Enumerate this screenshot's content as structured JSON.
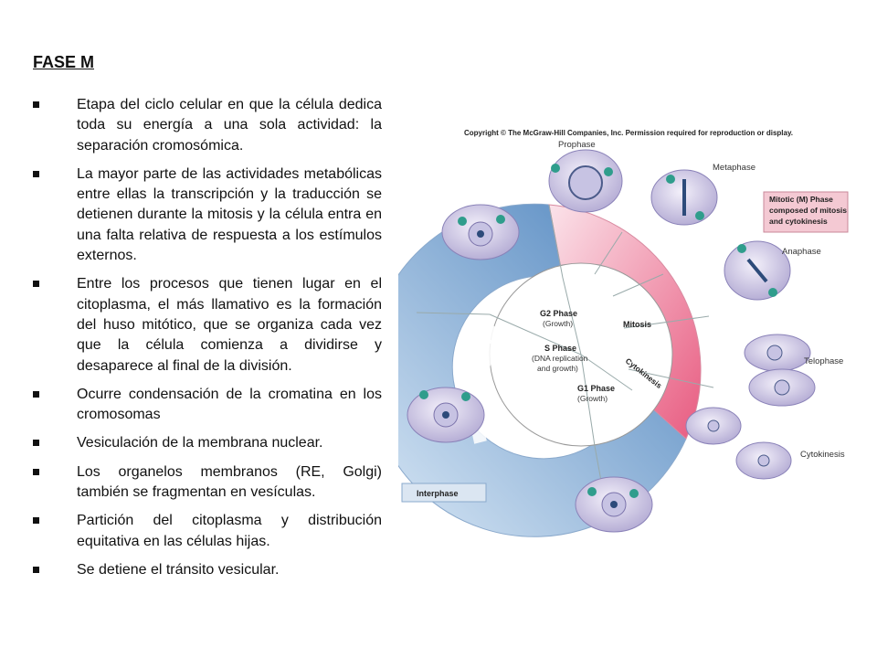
{
  "slide": {
    "title": "FASE M",
    "bullets": [
      "Etapa del ciclo celular en que la célula dedica toda su energía a una sola actividad: la separación cromosómica.",
      "La mayor parte de las actividades metabólicas entre ellas la transcripción y la traducción se detienen durante la mitosis y la célula entra en una falta relativa de respuesta a los estímulos externos.",
      "Entre los procesos que tienen lugar en el citoplasma, el más llamativo es la formación del huso mitótico, que se organiza cada vez que la célula comienza a dividirse y desaparece al final de la división.",
      "Ocurre condensación de la cromatina en los cromosomas",
      "Vesiculación de la membrana nuclear.",
      "Los organelos membranos (RE, Golgi) también se fragmentan en vesículas.",
      "Partición del citoplasma y distribución equitativa en las células hijas.",
      "Se detiene el tránsito vesicular."
    ]
  },
  "figure": {
    "copyright": "Copyright © The McGraw-Hill Companies, Inc. Permission required for reproduction or display.",
    "labels": {
      "prophase": "Prophase",
      "metaphase": "Metaphase",
      "anaphase": "Anaphase",
      "telophase": "Telophase",
      "cytokinesis": "Cytokinesis",
      "mitosis": "Mitosis",
      "cytokinesis_arc": "Cytokinesis",
      "interphase": "Interphase",
      "g2": "G2 Phase",
      "g2_sub": "(Growth)",
      "s": "S Phase",
      "s_sub1": "(DNA replication",
      "s_sub2": "and growth)",
      "g1": "G1 Phase",
      "g1_sub": "(Growth)"
    },
    "mphase_box": [
      "Mitotic (M) Phase",
      "composed of mitosis",
      "and cytokinesis"
    ],
    "colors": {
      "interphase_blue": "#5b8fc4",
      "mitosis_pink": "#e6678a",
      "box_bg": "#f4c9d3"
    }
  }
}
